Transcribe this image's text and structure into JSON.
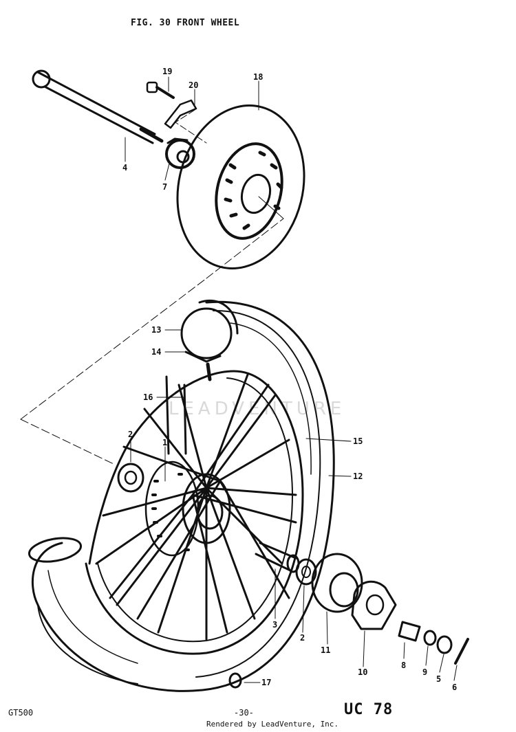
{
  "title": "FIG. 30 FRONT WHEEL",
  "model": "GT500",
  "page_number": "-30-",
  "credit": "Rendered by LeadVenture, Inc.",
  "code": "UC 78",
  "watermark": "LEADVENTURE",
  "callouts": {
    "c1": "1",
    "c2a": "2",
    "c2b": "2",
    "c3": "3",
    "c4": "4",
    "c5": "5",
    "c6": "6",
    "c7": "7",
    "c8": "8",
    "c9": "9",
    "c10": "10",
    "c11": "11",
    "c12": "12",
    "c13": "13",
    "c14": "14",
    "c15": "15",
    "c16": "16",
    "c17": "17",
    "c18": "18",
    "c19": "19",
    "c20": "20"
  }
}
